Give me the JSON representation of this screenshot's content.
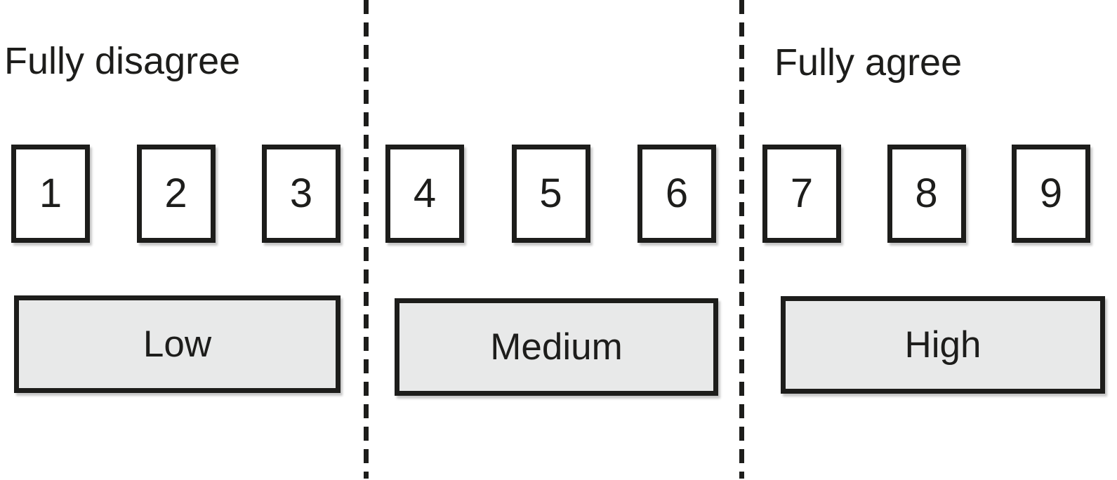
{
  "figure": {
    "left_anchor": "Fully disagree",
    "right_anchor": "Fully agree",
    "bands": [
      {
        "label": "Low",
        "points": [
          "1",
          "2",
          "3"
        ]
      },
      {
        "label": "Medium",
        "points": [
          "4",
          "5",
          "6"
        ]
      },
      {
        "label": "High",
        "points": [
          "7",
          "8",
          "9"
        ]
      }
    ]
  },
  "colors": {
    "ink": "#1d1d1b",
    "band_fill": "#e8e9e9",
    "background": "#ffffff"
  }
}
